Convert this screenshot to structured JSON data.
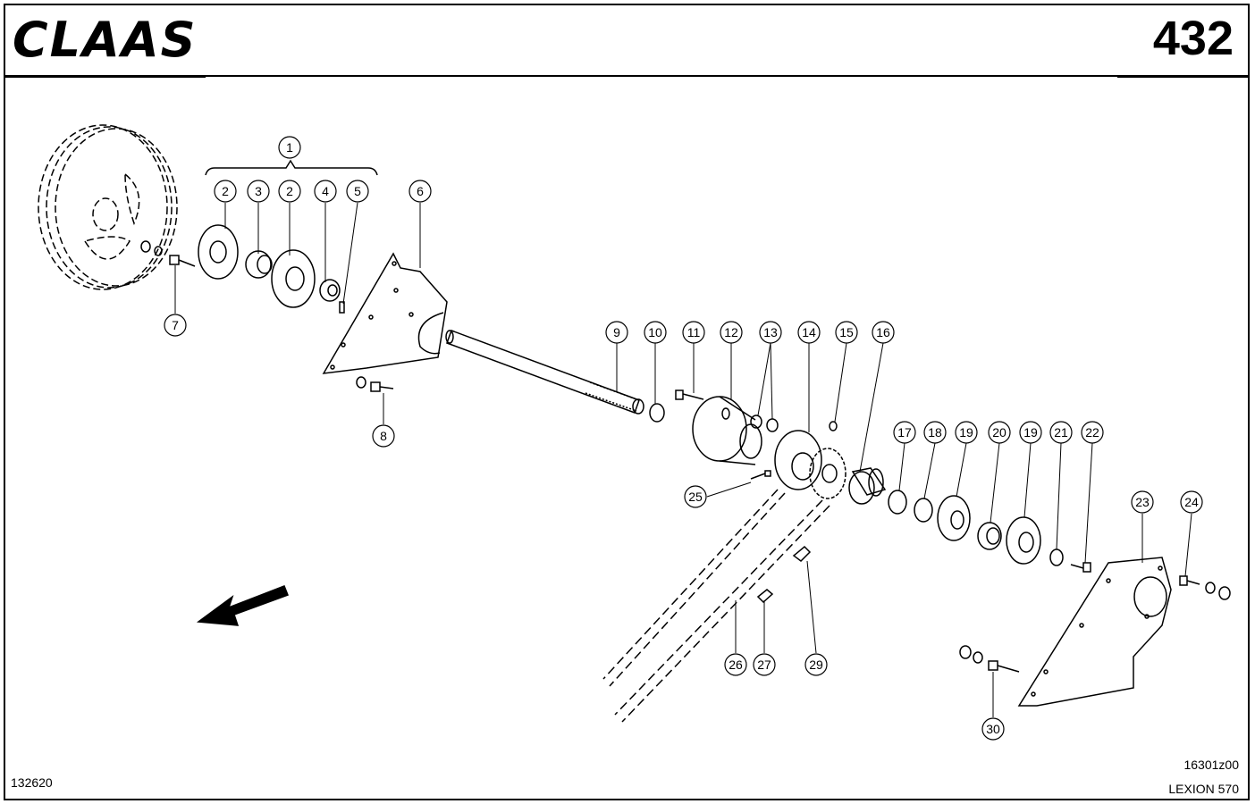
{
  "header": {
    "brand": "CLAAS",
    "page_number": "432"
  },
  "footer": {
    "left_code": "132620",
    "drawing_code": "16301z00",
    "model": "LEXION 570"
  },
  "callouts": [
    {
      "label": "1"
    },
    {
      "label": "2"
    },
    {
      "label": "3"
    },
    {
      "label": "2"
    },
    {
      "label": "4"
    },
    {
      "label": "5"
    },
    {
      "label": "6"
    },
    {
      "label": "7"
    },
    {
      "label": "8"
    },
    {
      "label": "9"
    },
    {
      "label": "10"
    },
    {
      "label": "11"
    },
    {
      "label": "12"
    },
    {
      "label": "13"
    },
    {
      "label": "14"
    },
    {
      "label": "15"
    },
    {
      "label": "16"
    },
    {
      "label": "17"
    },
    {
      "label": "18"
    },
    {
      "label": "19"
    },
    {
      "label": "20"
    },
    {
      "label": "19"
    },
    {
      "label": "21"
    },
    {
      "label": "22"
    },
    {
      "label": "23"
    },
    {
      "label": "24"
    },
    {
      "label": "25"
    },
    {
      "label": "26"
    },
    {
      "label": "27"
    },
    {
      "label": "29"
    },
    {
      "label": "30"
    }
  ],
  "icons": {
    "direction_arrow": "arrow-down-left-icon"
  }
}
